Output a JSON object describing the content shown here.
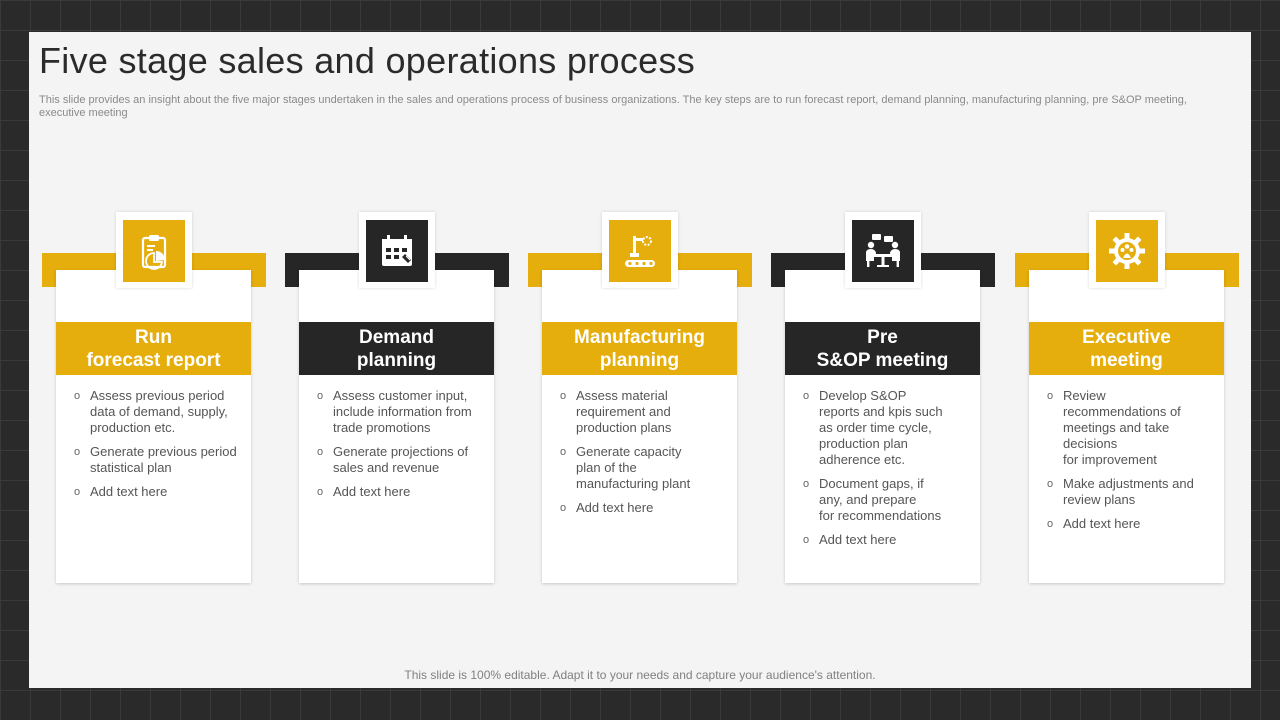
{
  "title": "Five stage sales and operations process",
  "subtitle": "This slide provides an insight about the five  major stages undertaken in the sales and operations process of business organizations. The key steps are to run forecast report, demand planning, manufacturing planning, pre S&OP meeting, executive meeting",
  "footer": "This slide is 100% editable. Adapt it to your needs and capture your audience's attention.",
  "colors": {
    "accent": "#e5ae0c",
    "dark": "#262626",
    "background": "#f4f4f4"
  },
  "bullet_marker": "o",
  "stages": [
    {
      "icon": "clipboard-chart-icon",
      "theme": "yellow",
      "title": "Run\nforecast report",
      "bullets": [
        "Assess previous  period\ndata of demand,  supply,\nproduction etc.",
        "Generate  previous  period\nstatistical plan",
        "Add text here"
      ]
    },
    {
      "icon": "calendar-planner-icon",
      "theme": "dark",
      "title": "Demand\nplanning",
      "bullets": [
        "Assess customer input,\ninclude information from\ntrade promotions",
        "Generate  projections of\nsales and revenue",
        "Add text here"
      ]
    },
    {
      "icon": "robotic-arm-conveyor-icon",
      "theme": "yellow",
      "title": "Manufacturing\nplanning",
      "bullets": [
        "Assess material\nrequirement  and\nproduction plans",
        "Generate  capacity\nplan of the\nmanufacturing  plant",
        "Add text here"
      ]
    },
    {
      "icon": "meeting-table-icon",
      "theme": "dark",
      "title": "Pre\nS&OP meeting",
      "bullets": [
        "Develop  S&OP\nreports and kpis such\nas order time cycle,\nproduction plan\nadherence  etc.",
        "Document gaps, if\nany, and prepare\nfor recommendations",
        "Add text here"
      ]
    },
    {
      "icon": "gear-people-icon",
      "theme": "yellow",
      "title": "Executive\nmeeting",
      "bullets": [
        "Review\nrecommendations  of\nmeetings and take\ndecisions\nfor improvement",
        "Make adjustments and\nreview  plans",
        "Add text here"
      ]
    }
  ]
}
